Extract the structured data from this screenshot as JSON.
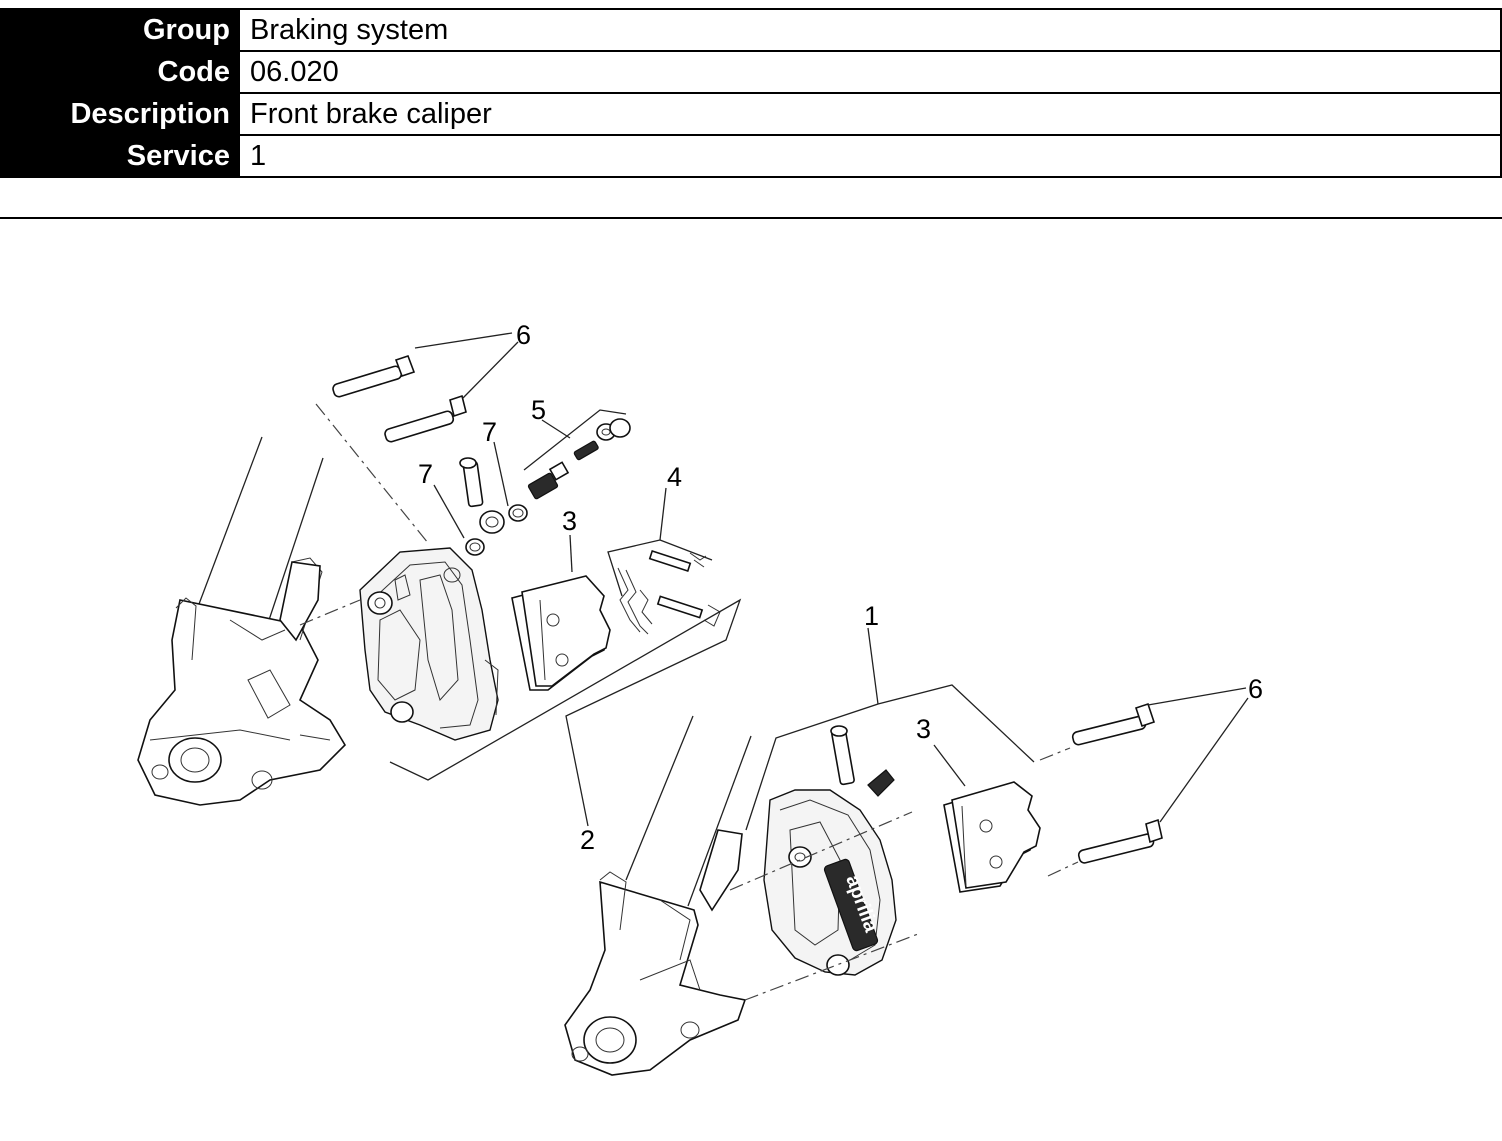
{
  "table": [
    {
      "label": "Group",
      "value": "Braking system"
    },
    {
      "label": "Code",
      "value": "06.020"
    },
    {
      "label": "Description",
      "value": "Front brake caliper"
    },
    {
      "label": "Service",
      "value": "1"
    }
  ],
  "diagram": {
    "callouts": {
      "c1": "1",
      "c2": "2",
      "c3a": "3",
      "c3b": "3",
      "c4": "4",
      "c5": "5",
      "c6a": "6",
      "c6b": "6",
      "c7a": "7",
      "c7b": "7"
    },
    "brand_mark": "aprilia"
  }
}
